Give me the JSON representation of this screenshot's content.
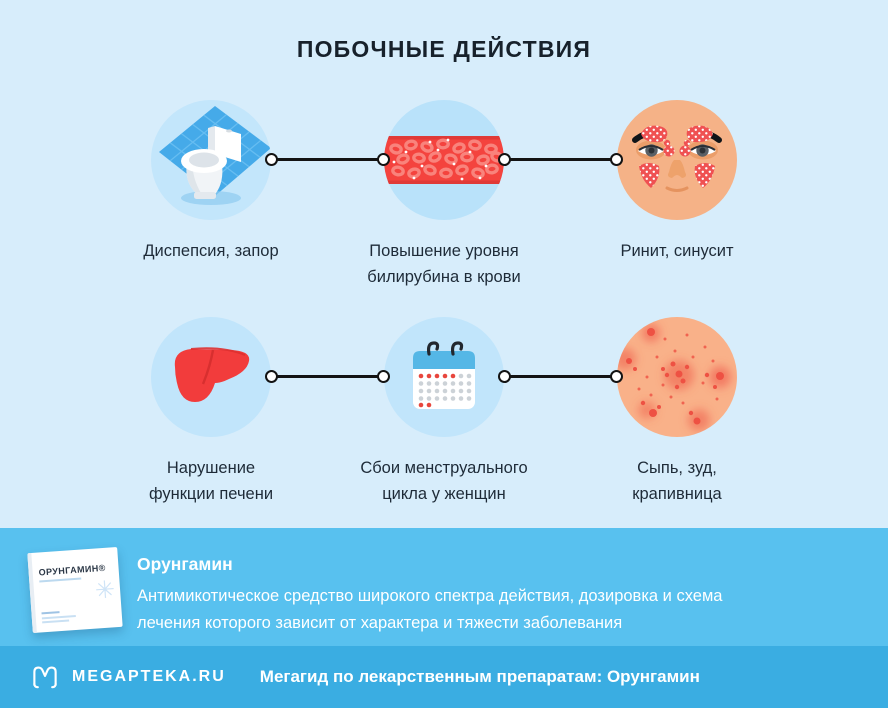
{
  "title": "ПОБОЧНЫЕ ДЕЙСТВИЯ",
  "side_effects": [
    {
      "icon": "toilet-icon",
      "label": "Диспепсия, запор"
    },
    {
      "icon": "blood-vessel-icon",
      "label": "Повышение уровня\nбилирубина в крови"
    },
    {
      "icon": "sinusitis-face-icon",
      "label": "Ринит, синусит"
    },
    {
      "icon": "liver-icon",
      "label": "Нарушение\nфункции печени"
    },
    {
      "icon": "menstrual-calendar-icon",
      "label": "Сбои менструального\nцикла у женщин"
    },
    {
      "icon": "skin-rash-icon",
      "label": "Сыпь, зуд,\nкрапивница"
    }
  ],
  "drug_card": {
    "package_label": "ОРУНГАМИН®",
    "name": "Орунгамин",
    "description": "Антимикотическое средство широкого спектра действия, дозировка и схема\nлечения которого зависит от характера и тяжести заболевания"
  },
  "footer": {
    "brand": "MEGAPTEKA.RU",
    "tagline": "Мегагид по лекарственным препаратам: Орунгамин"
  },
  "colors": {
    "background": "#d7edfb",
    "bubble": "#c1e5fb",
    "card_background": "#58c1ef",
    "footer_background": "#3aade2",
    "accent_red": "#f23c3c",
    "text_dark": "#1c2733",
    "text_light": "#ffffff"
  }
}
